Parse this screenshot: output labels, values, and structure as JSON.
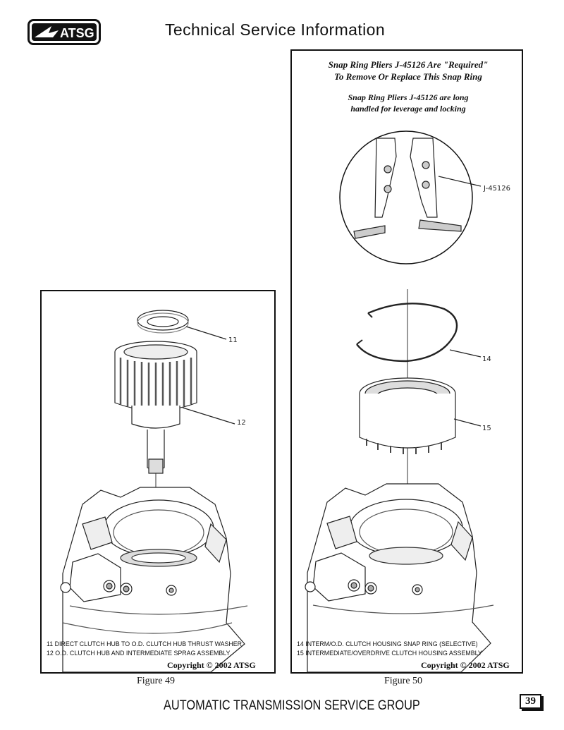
{
  "header": {
    "logo_text": "ATSG",
    "title": "Technical Service Information"
  },
  "figure49": {
    "label": "Figure 49",
    "callouts": [
      "11",
      "12"
    ],
    "captions": [
      "11  DIRECT CLUTCH HUB TO O.D. CLUTCH HUB THRUST WASHER",
      "12  O.D. CLUTCH HUB AND INTERMEDIATE SPRAG ASSEMBLY"
    ],
    "copyright": "Copyright © 2002 ATSG"
  },
  "figure50": {
    "label": "Figure 50",
    "note_title": [
      "Snap Ring Pliers J-45126 Are \"Required\"",
      "To Remove Or Replace This Snap Ring"
    ],
    "note_sub": [
      "Snap Ring Pliers J-45126 are long",
      "handled for leverage and locking"
    ],
    "tool_callout": "J-45126",
    "callouts": [
      "14",
      "15"
    ],
    "captions": [
      "14  INTERM/O.D. CLUTCH HOUSING SNAP RING  (SELECTIVE)",
      "15  INTERMEDIATE/OVERDRIVE CLUTCH HOUSING ASSEMBLY"
    ],
    "copyright": "Copyright © 2002 ATSG"
  },
  "footer": {
    "title": "AUTOMATIC TRANSMISSION SERVICE GROUP",
    "page_number": "39"
  },
  "colors": {
    "ink": "#111111",
    "paper": "#ffffff"
  }
}
